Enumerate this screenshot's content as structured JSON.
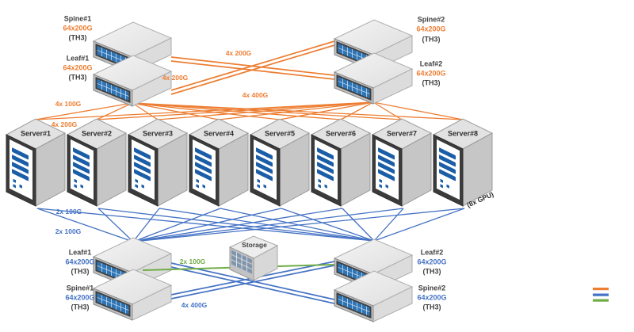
{
  "stacks": {
    "top_left": {
      "upper": {
        "name": "Spine#1",
        "ports": "64x200G",
        "asic": "(TH3)"
      },
      "lower": {
        "name": "Leaf#1",
        "ports": "64x200G",
        "asic": "(TH3)"
      }
    },
    "top_right": {
      "upper": {
        "name": "Spine#2",
        "ports": "64x200G",
        "asic": "(TH3)"
      },
      "lower": {
        "name": "Leaf#2",
        "ports": "64x200G",
        "asic": "(TH3)"
      }
    },
    "bottom_left": {
      "upper": {
        "name": "Leaf#1",
        "ports": "64x200G",
        "asic": "(TH3)"
      },
      "lower": {
        "name": "Spine#1",
        "ports": "64x200G",
        "asic": "(TH3)"
      }
    },
    "bottom_right": {
      "upper": {
        "name": "Leaf#2",
        "ports": "64x200G",
        "asic": "(TH3)"
      },
      "lower": {
        "name": "Spine#2",
        "ports": "64x200G",
        "asic": "(TH3)"
      }
    }
  },
  "servers": [
    {
      "label": "Server#1"
    },
    {
      "label": "Server#2"
    },
    {
      "label": "Server#3"
    },
    {
      "label": "Server#4"
    },
    {
      "label": "Server#5"
    },
    {
      "label": "Server#6"
    },
    {
      "label": "Server#7"
    },
    {
      "label": "Server#8",
      "note": "(8x GPU)"
    }
  ],
  "storage": {
    "label": "Storage"
  },
  "links": {
    "top_cross_upper": "4x 200G",
    "top_cross_mid": "4x 200G",
    "top_cross_center": "4x 400G",
    "top_left_upper": "4x 100G",
    "top_left_lower": "4x 200G",
    "bottom_left_upper": "2x 100G",
    "bottom_left_lower": "2x 100G",
    "bottom_cross": "4x 400G",
    "storage_link": "2x 100G"
  },
  "colors": {
    "orange": "#ED7D31",
    "blue": "#4472C4",
    "green": "#70AD47"
  }
}
